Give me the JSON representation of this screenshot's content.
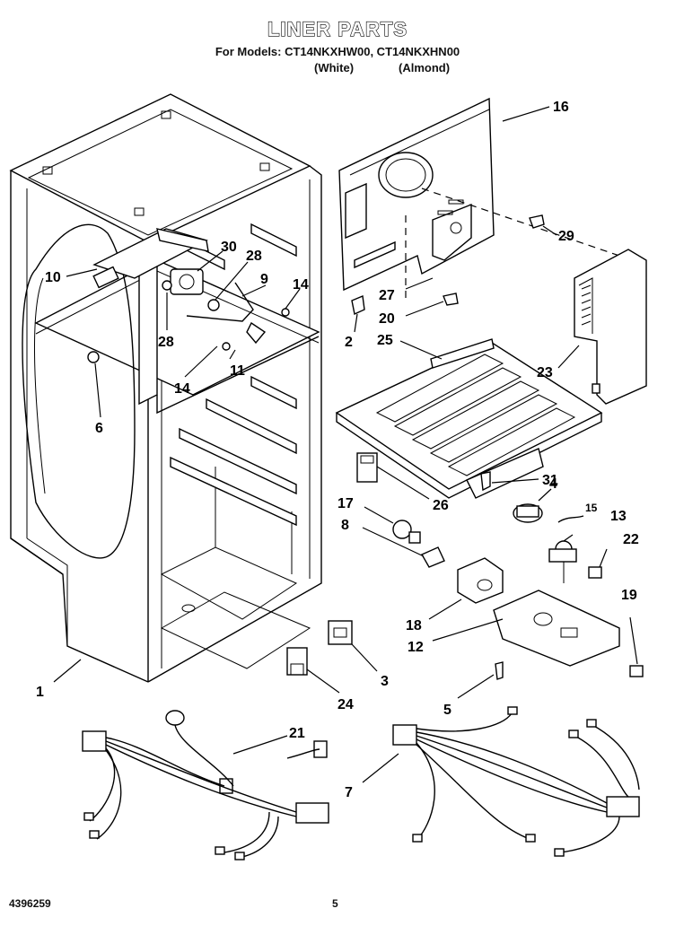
{
  "header": {
    "title": "LINER PARTS",
    "models": "For Models: CT14NKXHW00, CT14NKXHN00",
    "variant_white": "(White)",
    "variant_almond": "(Almond)"
  },
  "footer": {
    "doc_number": "4396259",
    "page_number": "5"
  },
  "callouts": {
    "c1": "1",
    "c2": "2",
    "c3": "3",
    "c4": "4",
    "c5": "5",
    "c6": "6",
    "c7": "7",
    "c8": "8",
    "c9": "9",
    "c10": "10",
    "c11": "11",
    "c12": "12",
    "c13": "13",
    "c14a": "14",
    "c14b": "14",
    "c15": "15",
    "c16": "16",
    "c17": "17",
    "c18": "18",
    "c19": "19",
    "c20": "20",
    "c21": "21",
    "c22": "22",
    "c23": "23",
    "c24": "24",
    "c25": "25",
    "c26": "26",
    "c27": "27",
    "c28a": "28",
    "c28b": "28",
    "c29": "29",
    "c30": "30",
    "c31": "31"
  }
}
